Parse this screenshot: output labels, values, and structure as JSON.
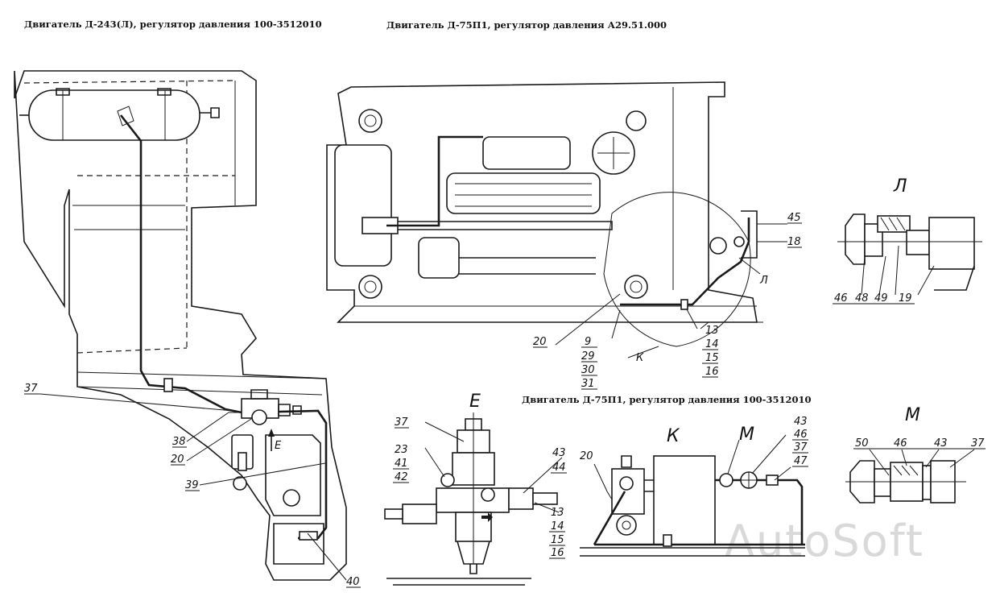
{
  "titles": {
    "left": "Двигатель Д-243(Л), регулятор давления 100-3512010",
    "top": "Двигатель Д-75П1, регулятор давления А29.51.000",
    "middle": "Двигатель Д-75П1, регулятор давления 100-3512010"
  },
  "views": {
    "L": "Л",
    "E": "Е",
    "K": "К",
    "M": "М",
    "E_arrow": "Е",
    "L_callout": "Л",
    "K_callout": "К"
  },
  "labels": {
    "left": [
      "37",
      "38",
      "20",
      "39",
      "40"
    ],
    "top_engine": [
      "45",
      "18",
      "20",
      "9",
      "29",
      "30",
      "31",
      "13",
      "14",
      "15",
      "16"
    ],
    "detail_L": [
      "46",
      "48",
      "49",
      "19"
    ],
    "detail_E": [
      "37",
      "23",
      "41",
      "42",
      "43",
      "44",
      "13",
      "14",
      "15",
      "16"
    ],
    "detail_K": [
      "20",
      "43",
      "46",
      "37",
      "47"
    ],
    "detail_M": [
      "50",
      "46",
      "43",
      "37"
    ]
  },
  "watermark": "AutoSoft"
}
